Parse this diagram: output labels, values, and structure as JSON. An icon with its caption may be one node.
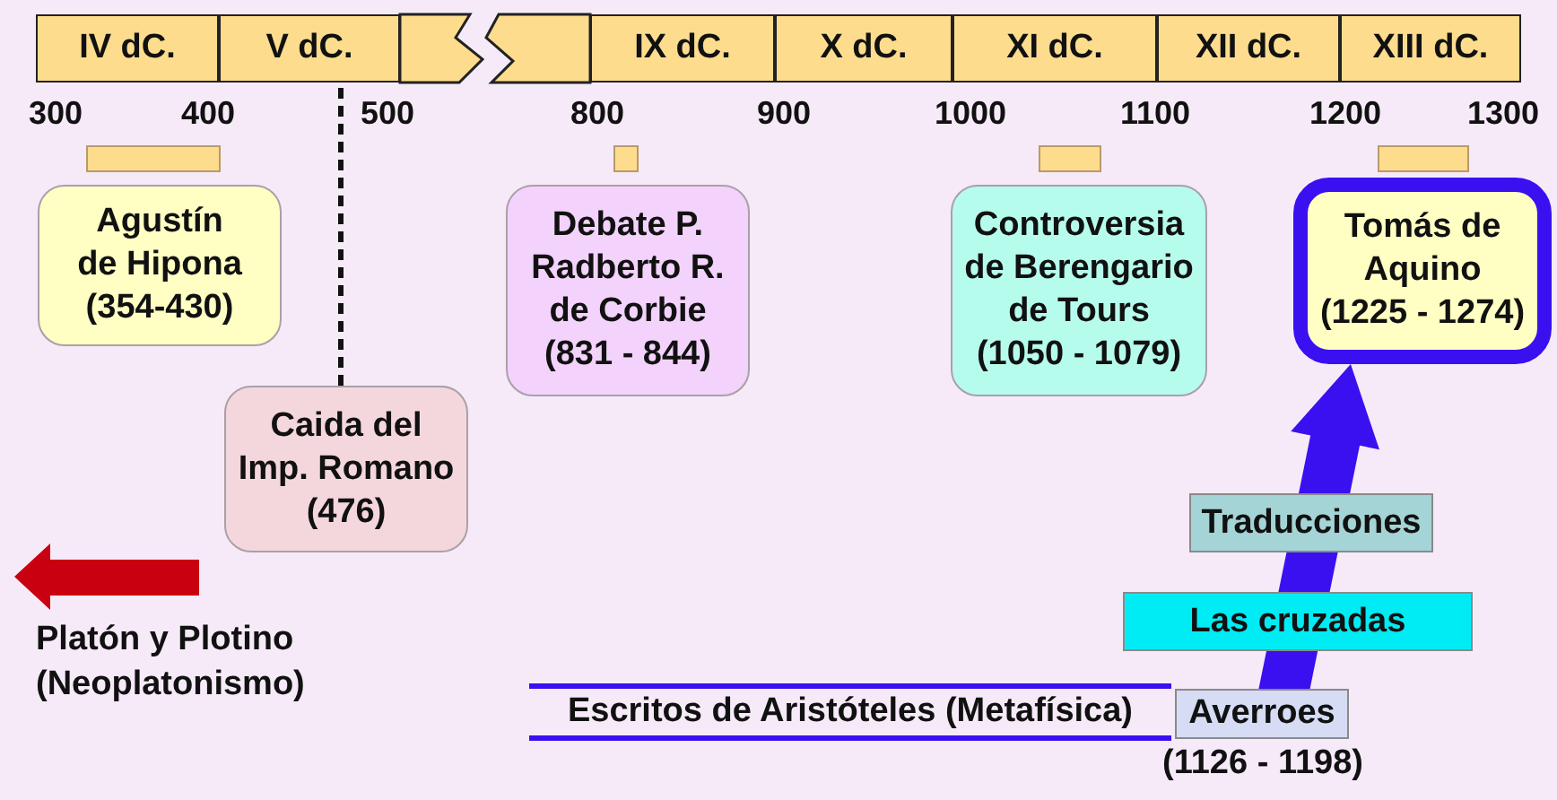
{
  "diagram": {
    "nodes": [
      {
        "text": [
          "IV dC."
        ]
      },
      {
        "text": [
          "V dC."
        ]
      },
      {
        "text": [],
        "shape": "band"
      },
      {
        "text": [],
        "shape": "band"
      },
      {
        "text": [
          "IX dC."
        ]
      },
      {
        "text": [
          "X dC."
        ]
      },
      {
        "text": [
          "XI dC."
        ]
      },
      {
        "text": [
          "XII dC."
        ]
      },
      {
        "text": [
          "XIII dC."
        ]
      },
      {
        "text": [],
        "shape": "bar"
      },
      {
        "text": [],
        "shape": "bar"
      },
      {
        "text": [],
        "shape": "bar"
      },
      {
        "text": [],
        "shape": "bar"
      },
      {
        "text": [
          "Agustín de Hipona",
          "(354-430)"
        ]
      },
      {
        "text": [
          "Debate P. Radberto R. de Corbie",
          "(831 - 844)"
        ]
      },
      {
        "text": [
          "Controversia de Berengario de Tours",
          "(1050 - 1079)"
        ]
      },
      {
        "text": [
          "Tomás de Aquino",
          "(1225 - 1274)"
        ]
      },
      {
        "text": [
          "Caida del Imp. Romano",
          "(476)"
        ]
      },
      {
        "text": [
          "Traducciones"
        ]
      },
      {
        "text": [
          "Las cruzadas"
        ]
      },
      {
        "text": [
          "Escritos de Aristóteles (Metafísica)"
        ]
      },
      {
        "text": [
          "Averroes"
        ],
        "beside": [
          "(1126 - 1198)"
        ]
      }
    ],
    "edges": [
      {
        "from": 17,
        "to": 1,
        "arrow": "none",
        "style": "dashed",
        "color": "#111111"
      },
      {
        "from": 21,
        "to": 19,
        "arrow": "none"
      },
      {
        "from": 19,
        "to": 18,
        "arrow": "none"
      },
      {
        "from": 18,
        "to": 16,
        "arrow": "to"
      }
    ],
    "labels": [
      "300",
      "400",
      "500",
      "800",
      "900",
      "1000",
      "1100",
      "1200",
      "1300",
      "Platón y Plotino (Neoplatonismo)"
    ]
  }
}
